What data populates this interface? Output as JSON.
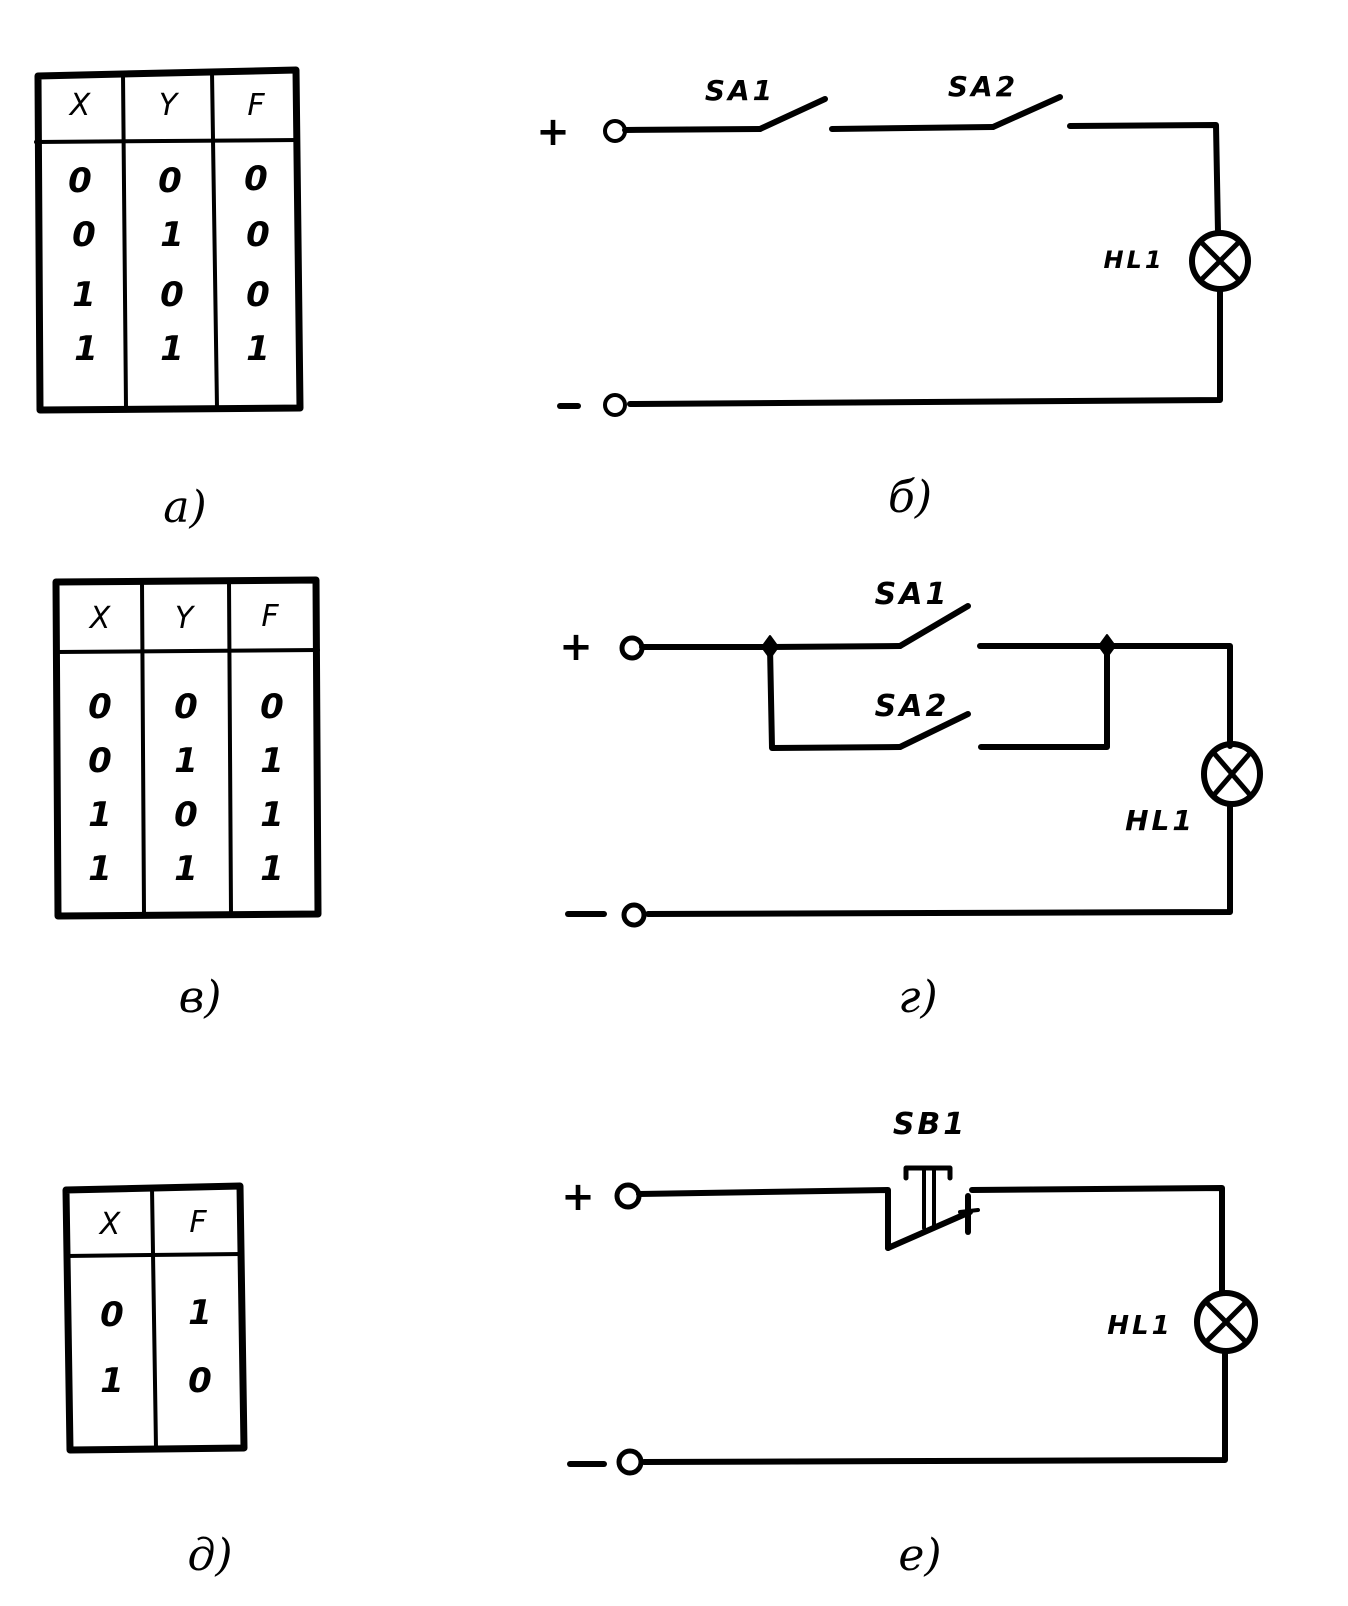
{
  "figure": {
    "panels": [
      {
        "id": "a",
        "caption": "а)",
        "type": "truth-table",
        "headers": [
          "X",
          "Y",
          "F"
        ],
        "rows": [
          [
            "0",
            "0",
            "0"
          ],
          [
            "0",
            "1",
            "0"
          ],
          [
            "1",
            "0",
            "0"
          ],
          [
            "1",
            "1",
            "1"
          ]
        ]
      },
      {
        "id": "b",
        "caption": "б)",
        "type": "circuit-series",
        "plus": "+",
        "minus": "-",
        "switch1": "SA1",
        "switch2": "SA2",
        "lamp": "HL1"
      },
      {
        "id": "v",
        "caption": "в)",
        "type": "truth-table",
        "headers": [
          "X",
          "Y",
          "F"
        ],
        "rows": [
          [
            "0",
            "0",
            "0"
          ],
          [
            "0",
            "1",
            "1"
          ],
          [
            "1",
            "0",
            "1"
          ],
          [
            "1",
            "1",
            "1"
          ]
        ]
      },
      {
        "id": "g",
        "caption": "г)",
        "type": "circuit-parallel",
        "plus": "+",
        "minus": "−",
        "switch1": "SA1",
        "switch2": "SA2",
        "lamp": "HL1"
      },
      {
        "id": "d",
        "caption": "д)",
        "type": "truth-table",
        "headers": [
          "X",
          "F"
        ],
        "rows": [
          [
            "0",
            "1"
          ],
          [
            "1",
            "0"
          ]
        ]
      },
      {
        "id": "e",
        "caption": "е)",
        "type": "circuit-nc-button",
        "plus": "+",
        "minus": "−",
        "button": "SB1",
        "lamp": "HL1"
      }
    ]
  }
}
